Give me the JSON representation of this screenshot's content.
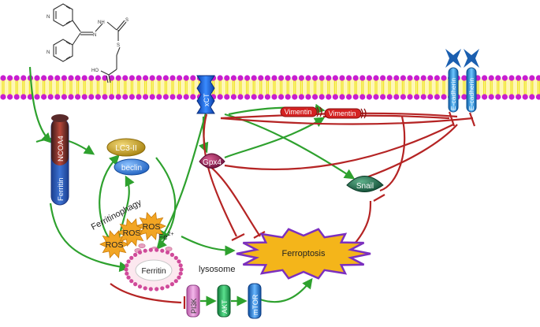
{
  "molecule": {
    "chain_label": "HO"
  },
  "labels": {
    "ncoa4": "NCOA4",
    "ferritin_cyl": "Ferritin",
    "lc3": "LC3-II",
    "beclin": "beclin",
    "ferritinophagy": "Ferritinophagy",
    "ros": "ROS",
    "fe_base": "Fe",
    "fe_sup": "2+",
    "ferritin_lyso": "Ferritin",
    "lysosome": "lysosome",
    "xct": "xCT",
    "gpx4": "Gpx4",
    "vimentin": "Vimentin",
    "snail": "Snail",
    "ecadherin": "E-cadherin",
    "ferroptosis": "Ferroptosis",
    "pi3k": "PI3K",
    "akt": "AKT",
    "mtor": "mTOR"
  },
  "colors": {
    "activation": "#2ea12e",
    "inhibition": "#b52424",
    "membrane_head": "#c81ecf",
    "membrane_tail": "#f0e52a",
    "ros_star": "#f2a523",
    "ferroptosis_fill": "#f4b51a",
    "ferroptosis_border": "#7b2fbf",
    "xct": "#1a5fd6",
    "lc3": "#c8a21c",
    "beclin": "#3a7fd9",
    "gpx4": "#9a2458",
    "snail": "#1f6b4d",
    "vimentin": "#c62121",
    "pi3k": "#e58bd8",
    "akt": "#25b35c",
    "mtor": "#2a88e0",
    "ecadherin": "#2a90d6"
  }
}
